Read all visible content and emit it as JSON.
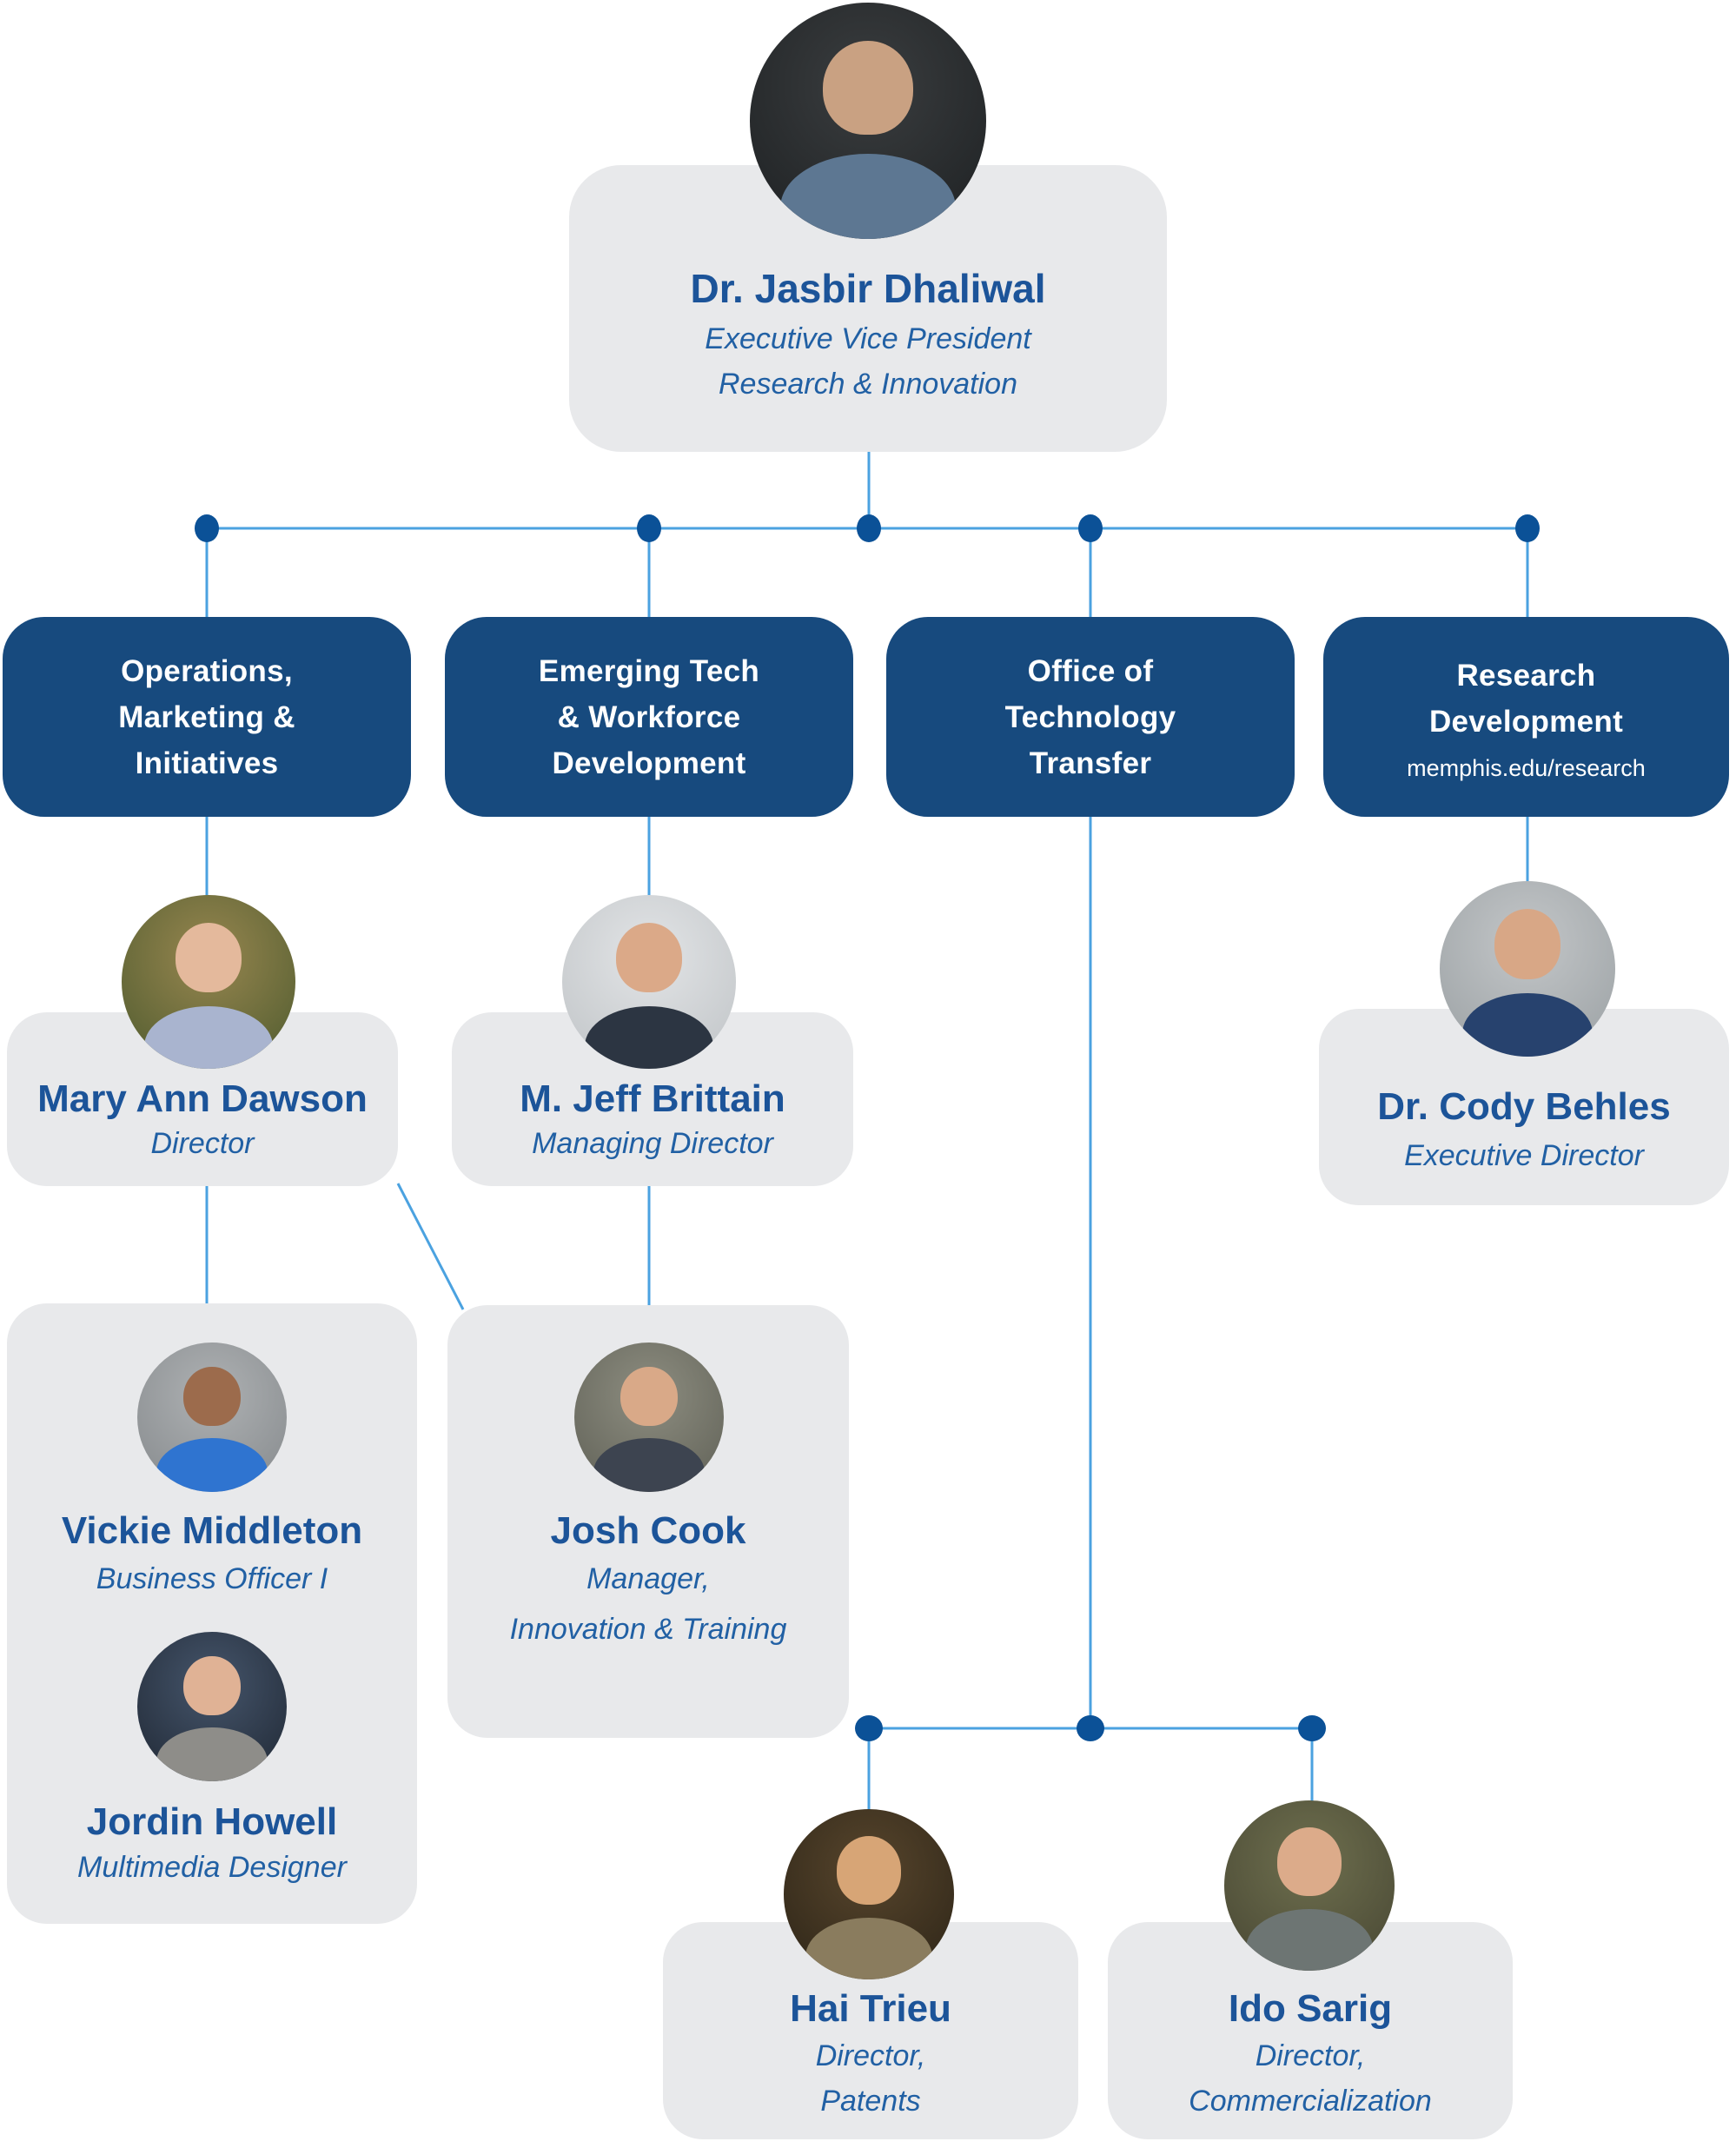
{
  "colors": {
    "line_blue": "#4BA2E0",
    "dot_blue": "#0B5197",
    "box_blue": "#174A7E",
    "card_gray": "#E8E9EB",
    "name_blue": "#1C5499",
    "role_blue": "#2160A4"
  },
  "root": {
    "name": "Dr. Jasbir Dhaliwal",
    "role_line1": "Executive Vice President",
    "role_line2": "Research & Innovation"
  },
  "departments": [
    {
      "label_lines": [
        "Operations,",
        "Marketing &",
        "Initiatives"
      ]
    },
    {
      "label_lines": [
        "Emerging Tech",
        "& Workforce",
        "Development"
      ]
    },
    {
      "label_lines": [
        "Office of",
        "Technology",
        "Transfer"
      ]
    },
    {
      "label_lines": [
        "Research",
        "Development"
      ],
      "url": "memphis.edu/research"
    }
  ],
  "people": {
    "dawson": {
      "name": "Mary Ann Dawson",
      "role": "Director"
    },
    "brittain": {
      "name": "M. Jeff Brittain",
      "role": "Managing Director"
    },
    "behles": {
      "name": "Dr. Cody Behles",
      "role": "Executive Director"
    },
    "middleton": {
      "name": "Vickie Middleton",
      "role": "Business Officer I"
    },
    "howell": {
      "name": "Jordin Howell",
      "role": "Multimedia Designer"
    },
    "cook": {
      "name": "Josh Cook",
      "role_line1": "Manager,",
      "role_line2": "Innovation & Training"
    },
    "trieu": {
      "name": "Hai Trieu",
      "role_line1": "Director,",
      "role_line2": "Patents"
    },
    "sarig": {
      "name": "Ido Sarig",
      "role_line1": "Director,",
      "role_line2": "Commercialization"
    }
  }
}
